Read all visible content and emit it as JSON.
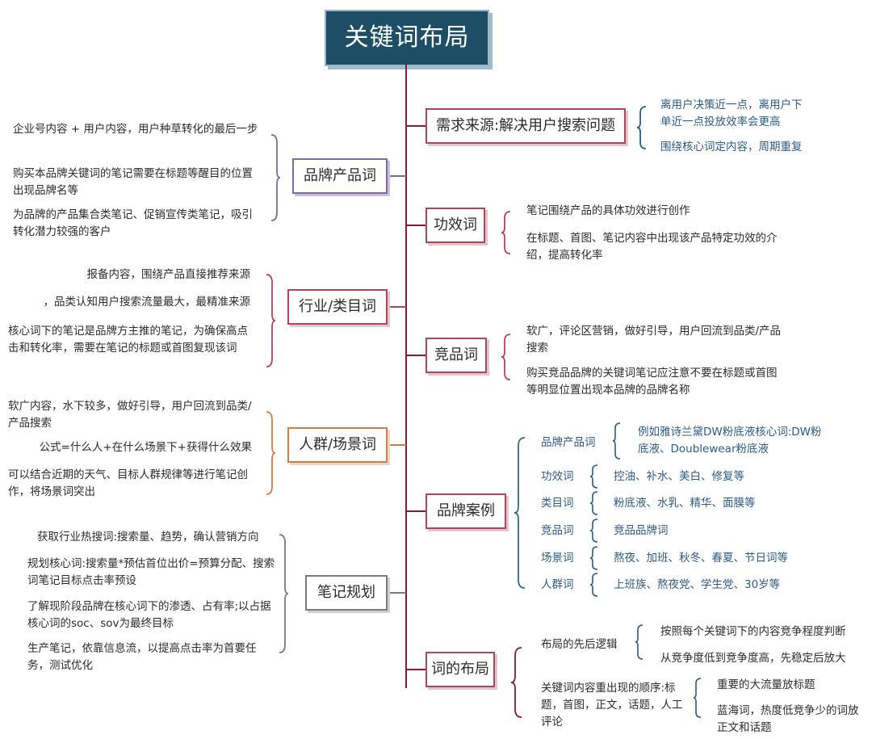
{
  "title": "关键词布局",
  "left": {
    "brand": {
      "label": "品牌产品词",
      "items": [
        "企业号内容 + 用户内容，用户种草转化的最后一步",
        "购买本品牌关键词的笔记需要在标题等醒目的位置出现品牌名等",
        "为品牌的产品集合类笔记、促销宣传类笔记，吸引转化潜力较强的客户"
      ]
    },
    "industry": {
      "label": "行业/类目词",
      "items": [
        "报备内容，围绕产品直接推荐来源",
        "，品类认知用户搜索流量最大，最精准来源",
        "核心词下的笔记是品牌方主推的笔记，为确保高点击和转化率，需要在笔记的标题或首图复现该词"
      ]
    },
    "crowd": {
      "label": "人群/场景词",
      "items": [
        "软广内容，水下较多，做好引导，用户回流到品类/产品搜索",
        "公式=什么人+在什么场景下+获得什么效果",
        "可以结合近期的天气、目标人群规律等进行笔记创作，将场景词突出"
      ]
    },
    "plan": {
      "label": "笔记规划",
      "items": [
        "获取行业热搜词:搜索量、趋势，确认营销方向",
        "规划核心词:搜索量*预估首位出价=预算分配、搜索词笔记目标点击率预设",
        "了解现阶段品牌在核心词下的渗透、占有率;以占据核心词的soc、sov为最终目标",
        "生产笔记，依靠信息流，以提高点击率为首要任务，测试优化"
      ]
    }
  },
  "right": {
    "demand": {
      "label": "需求来源:解决用户搜索问题",
      "items": [
        "离用户决策近一点，离用户下单近一点投放效率会更高",
        "围绕核心词定内容，周期重复"
      ]
    },
    "effect": {
      "label": "功效词",
      "items": [
        "笔记围绕产品的具体功效进行创作",
        "在标题、首图、笔记内容中出现该产品特定功效的介绍，提高转化率"
      ]
    },
    "competitor": {
      "label": "竞品词",
      "items": [
        "软广，评论区营销，做好引导，用户回流到品类/产品搜索",
        "购买竞品品牌的关键词笔记应注意不要在标题或首图等明显位置出现本品牌的品牌名称"
      ]
    },
    "cases": {
      "label": "品牌案例",
      "rows": [
        {
          "name": "品牌产品词",
          "value": "例如雅诗兰黛DW粉底液核心词:DW粉底液、Doublewear粉底液"
        },
        {
          "name": "功效词",
          "value": "控油、补水、美白、修复等"
        },
        {
          "name": "类目词",
          "value": "粉底液、水乳、精华、面膜等"
        },
        {
          "name": "竞品词",
          "value": "竞品品牌词"
        },
        {
          "name": "场景词",
          "value": "熬夜、加班、秋冬、春夏、节日词等"
        },
        {
          "name": "人群词",
          "value": "上班族、熬夜党、学生党、30岁等"
        }
      ]
    },
    "layout": {
      "label": "词的布局",
      "order_label": "布局的先后逻辑",
      "order_items": [
        "按照每个关键词下的内容竞争程度判断",
        "从竞争度低到竞争度高，先稳定后放大"
      ],
      "sequence_label": "关键词内容重出现的顺序:标题，首图，正文，话题，人工评论",
      "sequence_items": [
        "重要的大流量放标题",
        "蓝海词，热度低竞争少的词放正文和话题"
      ]
    }
  },
  "colors": {
    "title_bg": "#1e4e66",
    "trunk": "#7d1f2e",
    "purple": "#7b6b9f",
    "red": "#b0455a",
    "orange": "#cf7d4a",
    "gray": "#7a7a7a",
    "teal": "#2d6e80",
    "blue_text": "#2d5b84"
  }
}
